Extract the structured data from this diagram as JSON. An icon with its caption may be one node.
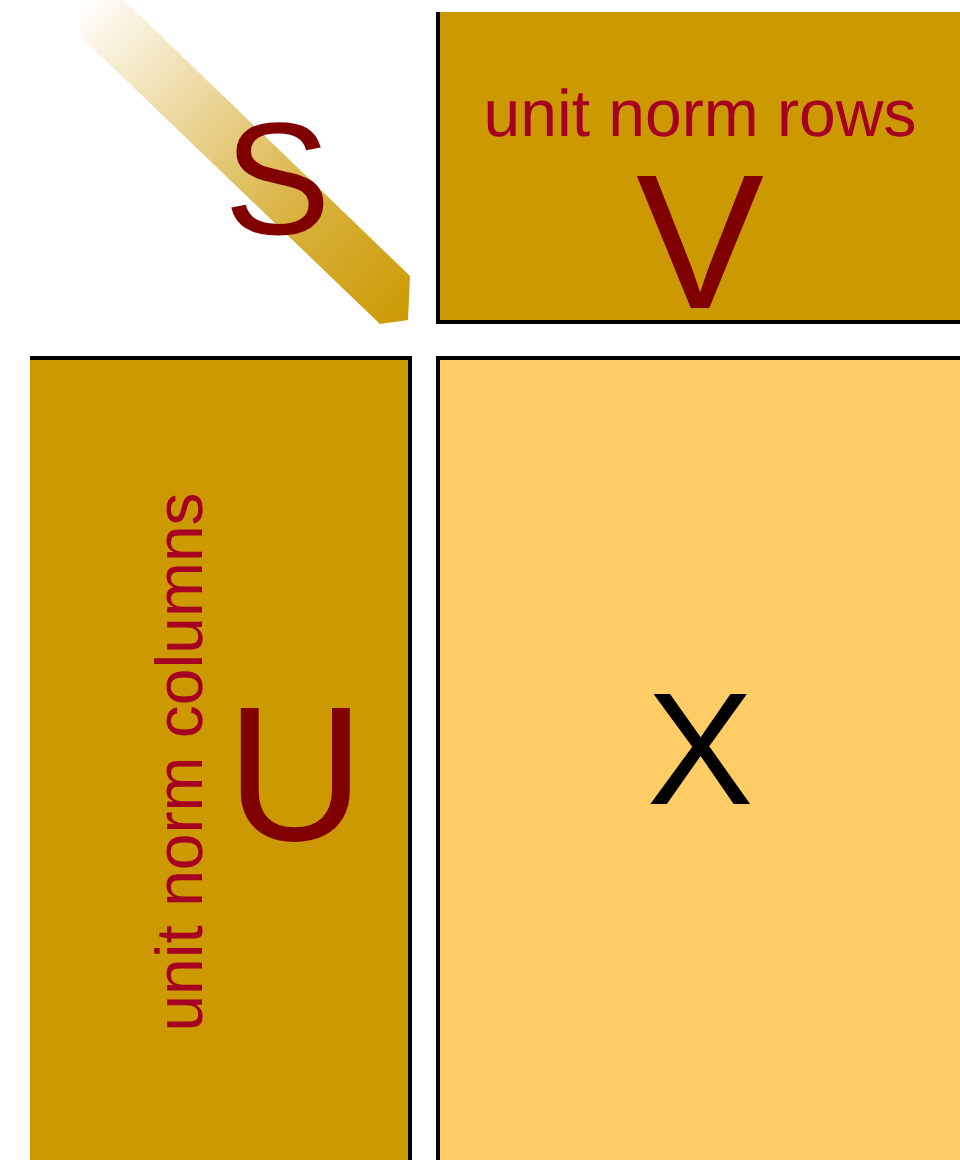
{
  "diagram": {
    "nodes": [
      {
        "text": [
          "S"
        ]
      },
      {
        "text": [
          "unit norm rows",
          "V"
        ]
      },
      {
        "text": [
          "unit norm columns",
          "U"
        ]
      },
      {
        "text": [
          "X"
        ]
      }
    ]
  }
}
